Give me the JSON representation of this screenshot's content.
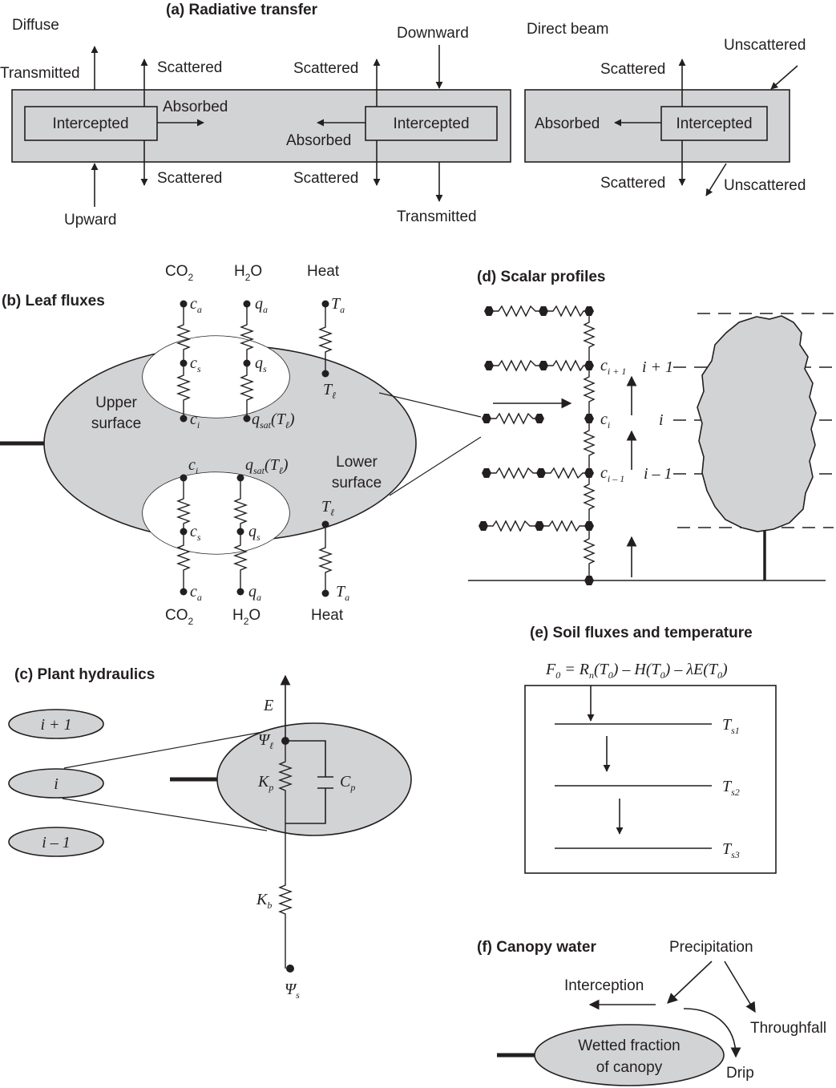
{
  "panel_a": {
    "title": "(a) Radiative transfer",
    "diffuse": "Diffuse",
    "direct_beam": "Direct beam",
    "transmitted_up": "Transmitted",
    "scattered_1": "Scattered",
    "absorbed_1": "Absorbed",
    "intercepted_1": "Intercepted",
    "scattered_2": "Scattered",
    "upward": "Upward",
    "scattered_3": "Scattered",
    "downward": "Downward",
    "absorbed_2": "Absorbed",
    "intercepted_2": "Intercepted",
    "scattered_4": "Scattered",
    "transmitted_down": "Transmitted",
    "scattered_5": "Scattered",
    "unscattered_1": "Unscattered",
    "absorbed_3": "Absorbed",
    "intercepted_3": "Intercepted",
    "scattered_6": "Scattered",
    "unscattered_2": "Unscattered"
  },
  "panel_b": {
    "title": "(b) Leaf fluxes",
    "co2": "CO",
    "co2_sub": "2",
    "h2o_h": "H",
    "h2o_sub": "2",
    "h2o_o": "O",
    "heat": "Heat",
    "upper_surface_1": "Upper",
    "upper_surface_2": "surface",
    "lower_surface_1": "Lower",
    "lower_surface_2": "surface",
    "c": "c",
    "q": "q",
    "T": "T",
    "a": "a",
    "s": "s",
    "i": "i",
    "sat": "sat",
    "ell": "ℓ",
    "paren_open": "(",
    "paren_close": ")"
  },
  "panel_c": {
    "title": "(c) Plant hydraulics",
    "layer_top": "i + 1",
    "layer_mid": "i",
    "layer_bot": "i – 1",
    "E": "E",
    "psi": "Ψ",
    "ell": "ℓ",
    "K": "K",
    "p": "p",
    "C": "C",
    "b": "b",
    "s": "s"
  },
  "panel_d": {
    "title": "(d) Scalar profiles",
    "c": "c",
    "i_plus_1": "i + 1",
    "i": "i",
    "i_minus_1": "i – 1"
  },
  "panel_e": {
    "title": "(e) Soil fluxes and temperature",
    "F": "F",
    "zero": "0",
    "eq_1": " = ",
    "R": "R",
    "n": "n",
    "T": "T",
    "H": "H",
    "lambdaE": "λE",
    "minus": " – ",
    "open": "(",
    "close": ")",
    "s1": "s1",
    "s2": "s2",
    "s3": "s3"
  },
  "panel_f": {
    "title": "(f) Canopy water",
    "precipitation": "Precipitation",
    "interception": "Interception",
    "throughfall": "Throughfall",
    "drip": "Drip",
    "wetted_1": "Wetted fraction",
    "wetted_2": "of canopy"
  },
  "colors": {
    "fill": "#d2d3d5",
    "ink": "#231f20"
  }
}
